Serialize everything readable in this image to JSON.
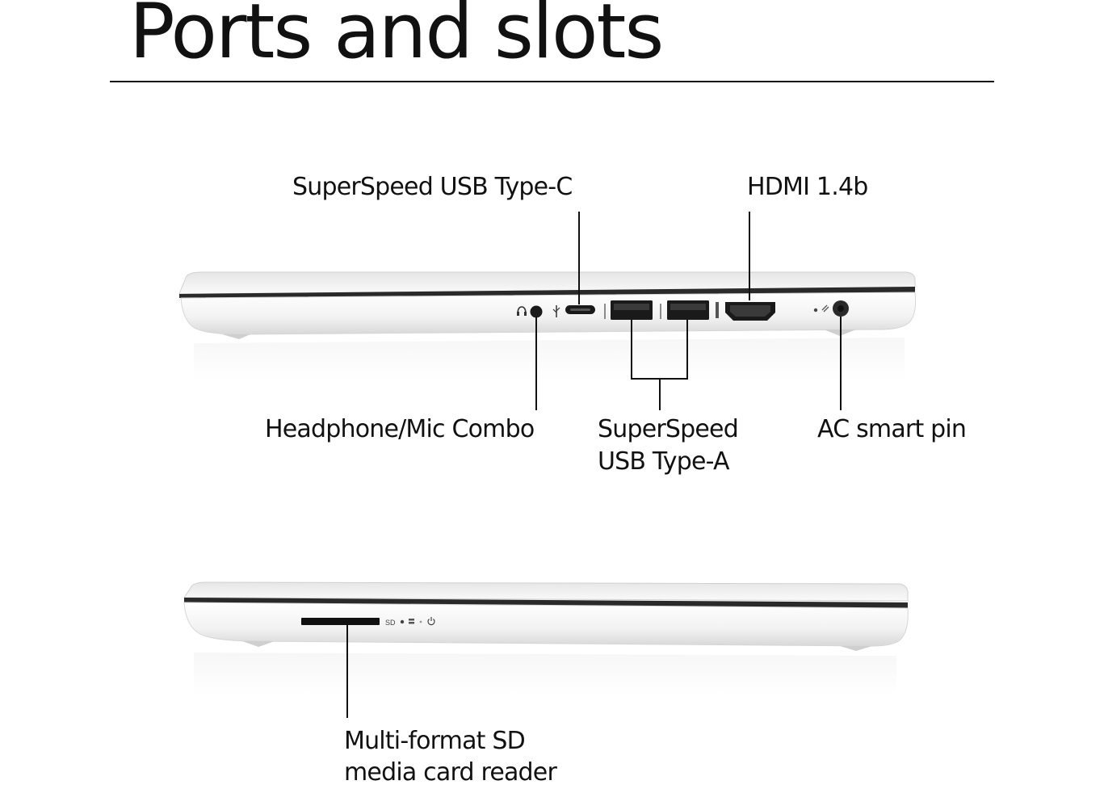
{
  "page": {
    "title": "Ports and slots"
  },
  "right_side": {
    "ports": [
      {
        "id": "usb-c",
        "label": "SuperSpeed USB Type-C"
      },
      {
        "id": "hdmi",
        "label": "HDMI 1.4b"
      },
      {
        "id": "audio",
        "label": "Headphone/Mic Combo"
      },
      {
        "id": "usb-a",
        "label_line1": "SuperSpeed",
        "label_line2": "USB Type-A"
      },
      {
        "id": "ac",
        "label": "AC smart pin"
      }
    ]
  },
  "left_side": {
    "sd_label_line1": "Multi-format SD",
    "sd_label_line2": "media card reader",
    "sd_marking": "SD"
  },
  "colors": {
    "chassis": "#f4f4f4",
    "chassis_shadow": "#dcdcdc",
    "port_dark": "#1a1a1a",
    "ink": "#111111"
  }
}
